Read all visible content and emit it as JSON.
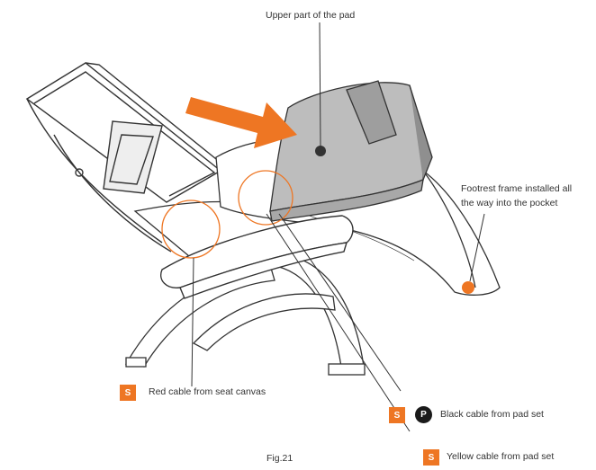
{
  "labels": {
    "upper_pad": "Upper part of the pad",
    "footrest_line1": "Footrest frame installed all",
    "footrest_line2": "the way into the pocket",
    "red_cable": "Red cable from seat canvas",
    "black_cable": "Black cable from pad set",
    "yellow_cable": "Yellow cable from pad set",
    "figure": "Fig.21"
  },
  "badges": {
    "s": "S",
    "p": "P"
  },
  "colors": {
    "accent": "#ee7623",
    "line": "#333333",
    "pad": "#bdbdbd",
    "badge_dark": "#1a1a1a"
  }
}
